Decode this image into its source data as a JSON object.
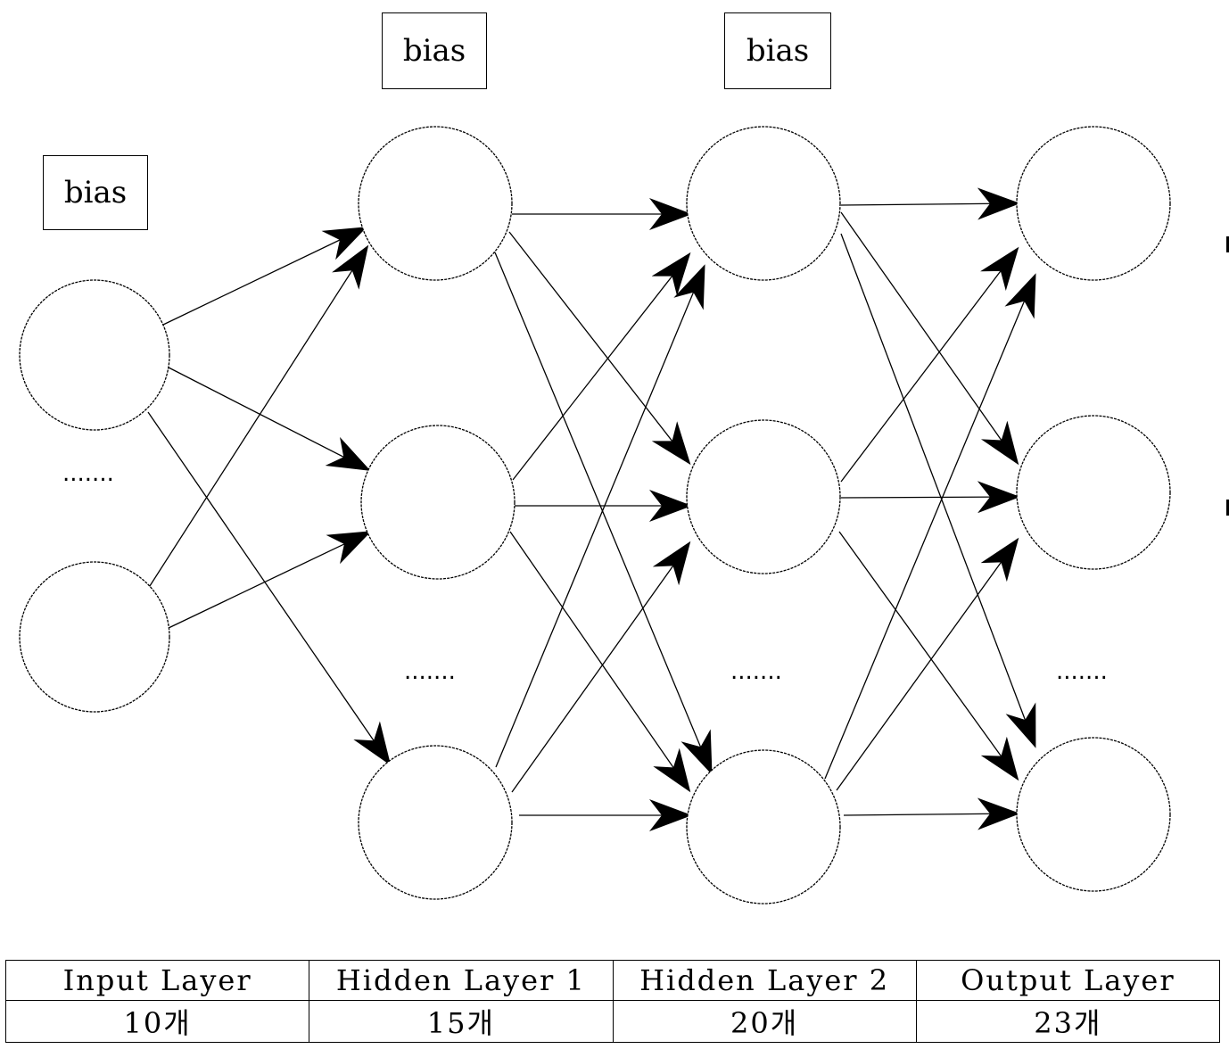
{
  "bias_label": "bias",
  "ellipsis": ".......",
  "layers": [
    {
      "name": "Input Layer",
      "count": "10개"
    },
    {
      "name": "Hidden Layer 1",
      "count": "15개"
    },
    {
      "name": "Hidden Layer 2",
      "count": "20개"
    },
    {
      "name": "Output Layer",
      "count": "23개"
    }
  ]
}
